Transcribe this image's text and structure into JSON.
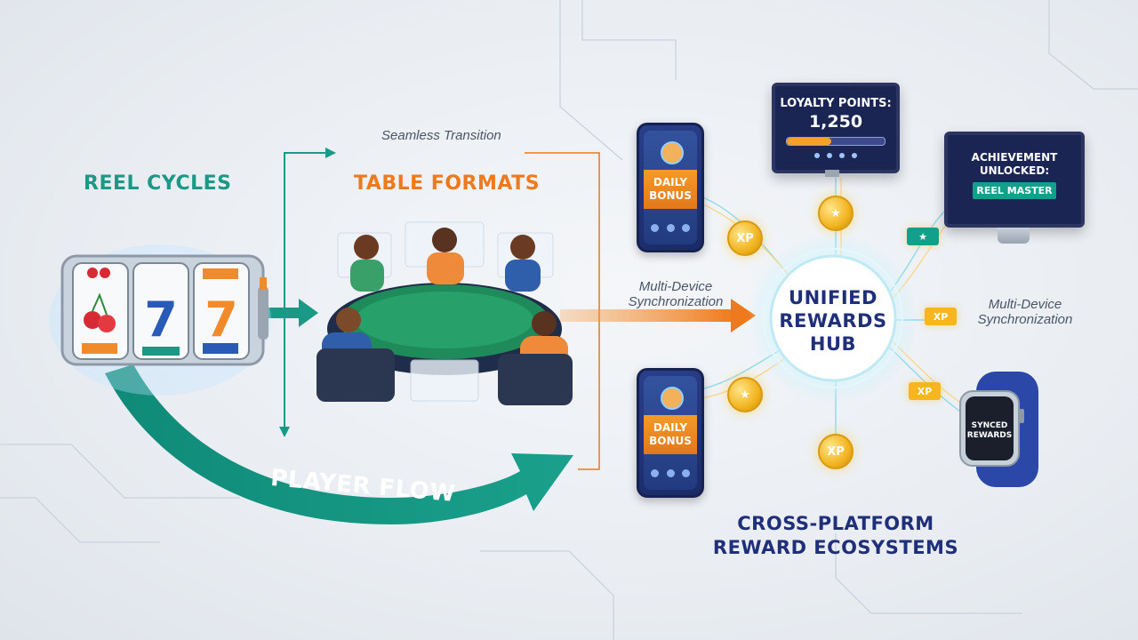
{
  "diagram": {
    "sections": {
      "reel_cycles": "REEL CYCLES",
      "table_formats": "TABLE FORMATS",
      "player_flow": "PLAYER FLOW",
      "hub_line1": "UNIFIED",
      "hub_line2": "REWARDS",
      "hub_line3": "HUB",
      "ecosystem_line1": "CROSS-PLATFORM",
      "ecosystem_line2": "REWARD ECOSYSTEMS"
    },
    "captions": {
      "seamless": "Seamless Transition",
      "sync_left_line1": "Multi-Device",
      "sync_left_line2": "Synchronization",
      "sync_right_line1": "Multi-Device",
      "sync_right_line2": "Synchronization"
    },
    "phones": {
      "top_line1": "DAILY",
      "top_line2": "BONUS",
      "bottom_line1": "DAILY",
      "bottom_line2": "BONUS"
    },
    "loyalty": {
      "title": "LOYALTY POINTS:",
      "value": "1,250",
      "progress": 0.45
    },
    "achievement": {
      "line1": "ACHIEVEMENT",
      "line2": "UNLOCKED:",
      "badge": "REEL MASTER"
    },
    "watch": {
      "line1": "SYNCED",
      "line2": "REWARDS"
    },
    "tokens": {
      "xp": "XP"
    },
    "colors": {
      "teal": "#1a9a86",
      "orange": "#ef7a1d",
      "navy": "#1f2f7a"
    }
  }
}
